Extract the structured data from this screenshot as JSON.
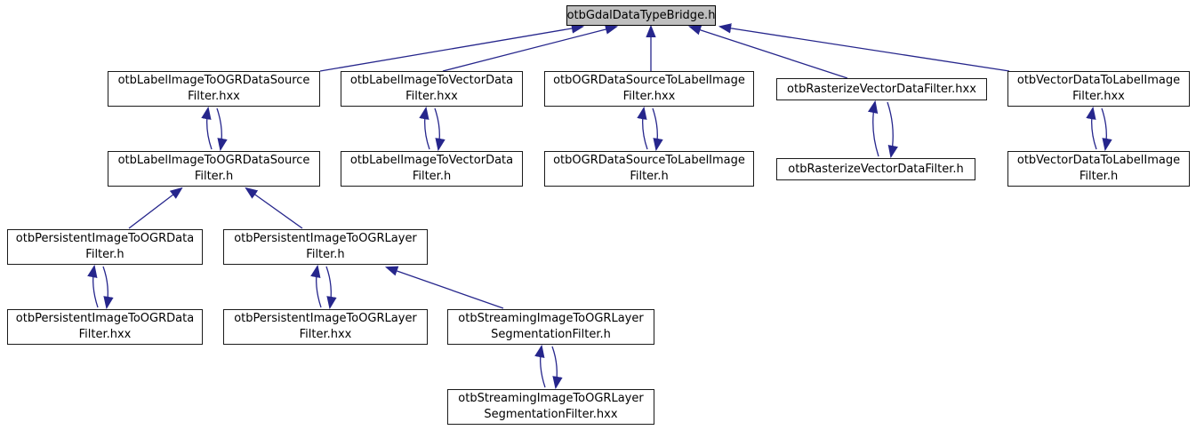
{
  "diagram": {
    "type": "include-dependency-graph",
    "tool_style": "doxygen",
    "colors": {
      "edge": "#26268c",
      "node_border": "#1a1a1a",
      "node_fill": "#ffffff",
      "root_fill": "#bfbfbf",
      "text": "#000000",
      "background": "#ffffff"
    },
    "nodes": {
      "root": {
        "label": "otbGdalDataTypeBridge.h"
      },
      "label_ogr_hxx": {
        "label": "otbLabelImageToOGRDataSource\nFilter.hxx"
      },
      "label_vector_hxx": {
        "label": "otbLabelImageToVectorData\nFilter.hxx"
      },
      "ogr_label_hxx": {
        "label": "otbOGRDataSourceToLabelImage\nFilter.hxx"
      },
      "rasterize_hxx": {
        "label": "otbRasterizeVectorDataFilter.hxx"
      },
      "vector_label_hxx": {
        "label": "otbVectorDataToLabelImage\nFilter.hxx"
      },
      "label_ogr_h": {
        "label": "otbLabelImageToOGRDataSource\nFilter.h"
      },
      "label_vector_h": {
        "label": "otbLabelImageToVectorData\nFilter.h"
      },
      "ogr_label_h": {
        "label": "otbOGRDataSourceToLabelImage\nFilter.h"
      },
      "rasterize_h": {
        "label": "otbRasterizeVectorDataFilter.h"
      },
      "vector_label_h": {
        "label": "otbVectorDataToLabelImage\nFilter.h"
      },
      "persistent_data_h": {
        "label": "otbPersistentImageToOGRData\nFilter.h"
      },
      "persistent_layer_h": {
        "label": "otbPersistentImageToOGRLayer\nFilter.h"
      },
      "persistent_data_hxx": {
        "label": "otbPersistentImageToOGRData\nFilter.hxx"
      },
      "persistent_layer_hxx": {
        "label": "otbPersistentImageToOGRLayer\nFilter.hxx"
      },
      "streaming_h": {
        "label": "otbStreamingImageToOGRLayer\nSegmentationFilter.h"
      },
      "streaming_hxx": {
        "label": "otbStreamingImageToOGRLayer\nSegmentationFilter.hxx"
      }
    },
    "edges": [
      {
        "tail": "label_ogr_hxx",
        "head": "root",
        "bidirectional": false
      },
      {
        "tail": "label_vector_hxx",
        "head": "root",
        "bidirectional": false
      },
      {
        "tail": "ogr_label_hxx",
        "head": "root",
        "bidirectional": false
      },
      {
        "tail": "rasterize_hxx",
        "head": "root",
        "bidirectional": false
      },
      {
        "tail": "vector_label_hxx",
        "head": "root",
        "bidirectional": false
      },
      {
        "tail": "label_ogr_h",
        "head": "label_ogr_hxx",
        "bidirectional": true
      },
      {
        "tail": "label_vector_h",
        "head": "label_vector_hxx",
        "bidirectional": true
      },
      {
        "tail": "ogr_label_h",
        "head": "ogr_label_hxx",
        "bidirectional": true
      },
      {
        "tail": "rasterize_h",
        "head": "rasterize_hxx",
        "bidirectional": true
      },
      {
        "tail": "vector_label_h",
        "head": "vector_label_hxx",
        "bidirectional": true
      },
      {
        "tail": "persistent_data_h",
        "head": "label_ogr_h",
        "bidirectional": false
      },
      {
        "tail": "persistent_layer_h",
        "head": "label_ogr_h",
        "bidirectional": false
      },
      {
        "tail": "persistent_data_hxx",
        "head": "persistent_data_h",
        "bidirectional": true
      },
      {
        "tail": "persistent_layer_hxx",
        "head": "persistent_layer_h",
        "bidirectional": true
      },
      {
        "tail": "streaming_h",
        "head": "persistent_layer_h",
        "bidirectional": false
      },
      {
        "tail": "streaming_hxx",
        "head": "streaming_h",
        "bidirectional": true
      }
    ]
  }
}
